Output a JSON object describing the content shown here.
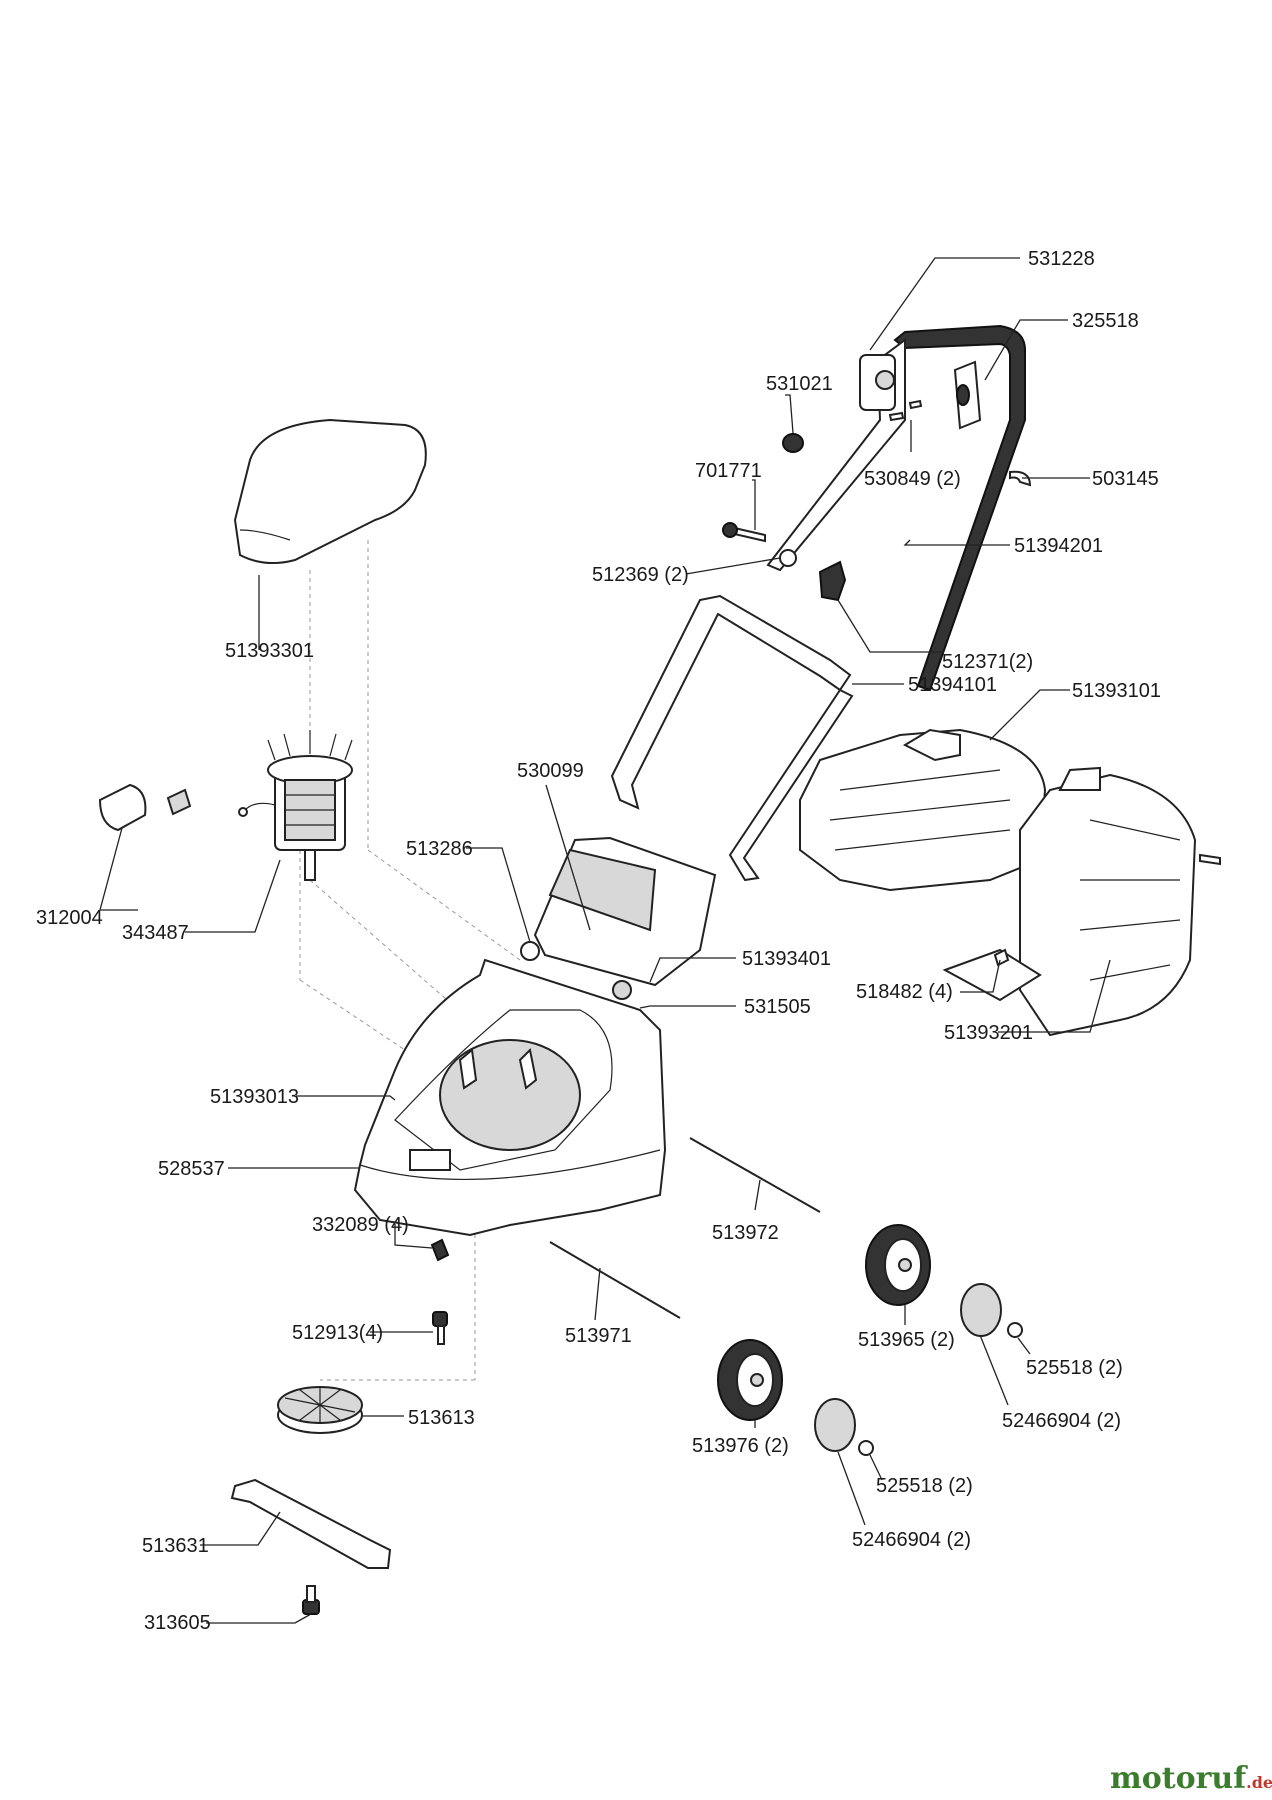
{
  "labels": {
    "p531228": "531228",
    "p325518": "325518",
    "p531021": "531021",
    "p701771": "701771",
    "p530849": "530849 (2)",
    "p503145": "503145",
    "p51394201": "51394201",
    "p512369": "512369 (2)",
    "p512371": "512371(2)",
    "p51393301": "51393301",
    "p51394101": "51394101",
    "p51393101": "51393101",
    "p530099": "530099",
    "p312004": "312004",
    "p343487": "343487",
    "p513286": "513286",
    "p51393401": "51393401",
    "p531505": "531505",
    "p518482": "518482 (4)",
    "p51393201": "51393201",
    "p51393013": "51393013",
    "p528537": "528537",
    "p332089": "332089 (4)",
    "p513972": "513972",
    "p513971": "513971",
    "p512913": "512913(4)",
    "p513965": "513965 (2)",
    "p525518a": "525518 (2)",
    "p52466904a": "52466904 (2)",
    "p513613": "513613",
    "p513976": "513976 (2)",
    "p525518b": "525518 (2)",
    "p52466904b": "52466904 (2)",
    "p513631": "513631",
    "p313605": "313605"
  },
  "brand": {
    "name": "motoruf",
    "suffix": ".de",
    "color_main": "#3a7d2c",
    "color_accent": "#c0392b"
  }
}
